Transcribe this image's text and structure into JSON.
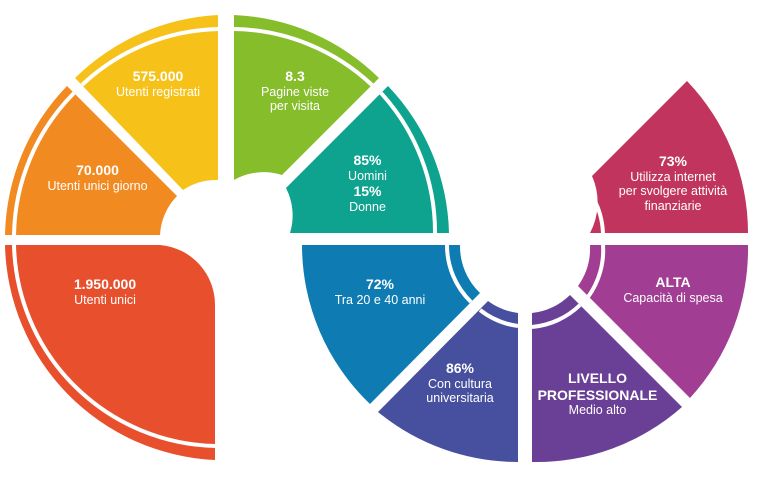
{
  "segments": [
    {
      "id": "utenti-unici",
      "color": "#e8502d",
      "value": "1.950.000",
      "text": "Utenti unici"
    },
    {
      "id": "utenti-unici-giorno",
      "color": "#f28a22",
      "value": "70.000",
      "text": "Utenti unici giorno"
    },
    {
      "id": "utenti-registrati",
      "color": "#f6c21a",
      "value": "575.000",
      "text": "Utenti registrati"
    },
    {
      "id": "pagine-viste",
      "color": "#86bd2b",
      "value": "8.3",
      "text": "Pagine viste",
      "text2": "per visita"
    },
    {
      "id": "uomini-donne",
      "color": "#0ea38e",
      "value": "85%",
      "text": "Uomini",
      "value2": "15%",
      "text3": "Donne"
    },
    {
      "id": "eta",
      "color": "#0e7cb3",
      "value": "72%",
      "text": "Tra 20 e 40 anni"
    },
    {
      "id": "cultura",
      "color": "#47509e",
      "value": "86%",
      "text": "Con cultura",
      "text2": "universitaria"
    },
    {
      "id": "livello",
      "color": "#6a3f96",
      "value": "LIVELLO",
      "value2": "PROFESSIONALE",
      "text": "Medio alto"
    },
    {
      "id": "capacita",
      "color": "#a13d92",
      "value": "ALTA",
      "text": "Capacità di spesa"
    },
    {
      "id": "internet",
      "color": "#c0345d",
      "value": "73%",
      "text": "Utilizza internet",
      "text2": "per svolgere attività",
      "text3": "finanziarie"
    }
  ]
}
